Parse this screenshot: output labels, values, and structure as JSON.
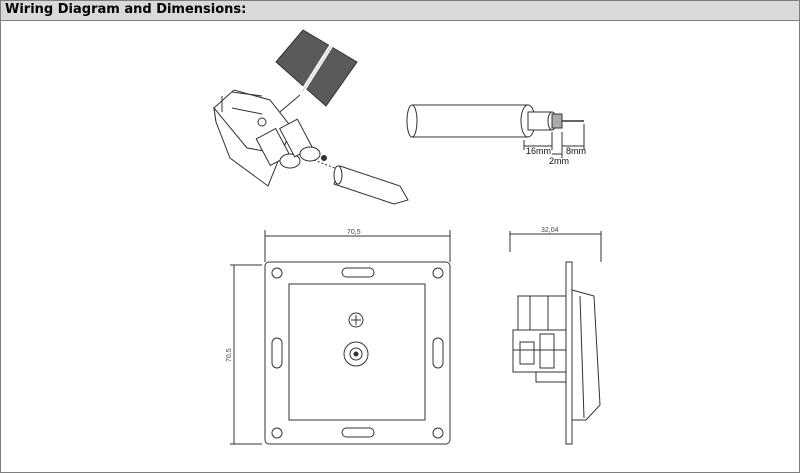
{
  "header": {
    "title": "Wiring Diagram and Dimensions:"
  },
  "wire_strip": {
    "len_a": "16mm",
    "len_b": "8mm",
    "len_c": "2mm"
  },
  "front_view": {
    "width": "70,5",
    "height": "70,5"
  },
  "side_view": {
    "depth": "32,04"
  },
  "colors": {
    "header_bg": "#d9d9d9",
    "line": "#333333",
    "grey_panel": "#595959"
  }
}
